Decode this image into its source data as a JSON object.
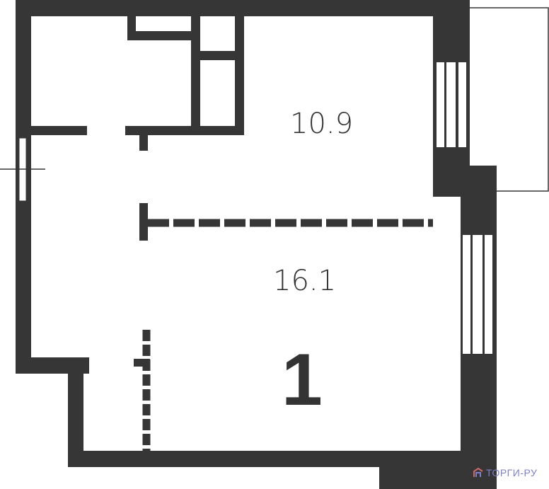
{
  "plan": {
    "rooms": [
      {
        "area": "10.9"
      },
      {
        "area": "16.1"
      }
    ],
    "room_count": "1",
    "wall_color": "#363636"
  },
  "watermark": {
    "text": "ТОРГИ-РУ",
    "icon": "house-logo-icon",
    "color": "#7c80c8"
  }
}
